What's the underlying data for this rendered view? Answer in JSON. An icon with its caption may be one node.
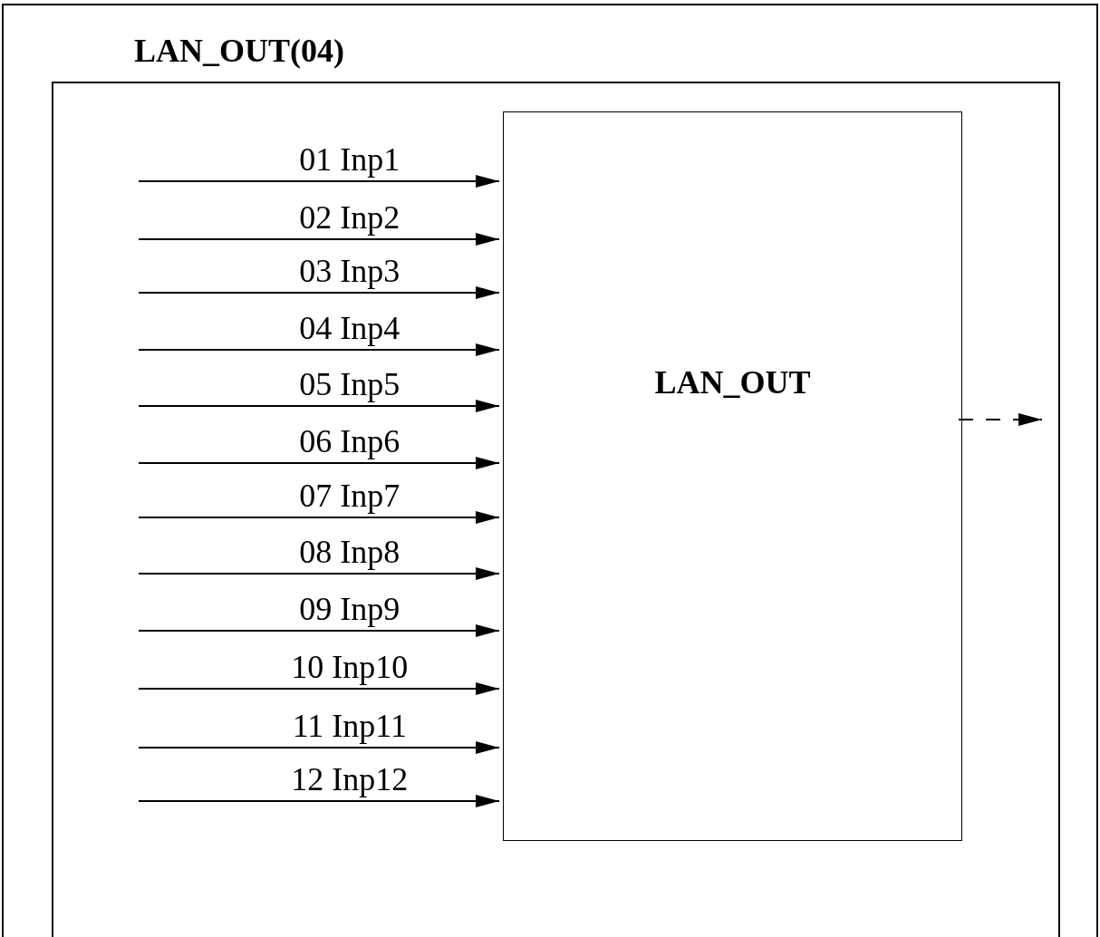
{
  "diagram": {
    "nodes": [
      {
        "text": [
          "LAN_OUT(04)"
        ]
      },
      {
        "text": [],
        "shape": "box",
        "in": 0
      },
      {
        "text": [
          "LAN_OUT"
        ],
        "in": 1
      }
    ],
    "edges": [
      {
        "from": null,
        "to": 2,
        "arrow": "to",
        "label": "01 Inp1"
      },
      {
        "from": null,
        "to": 2,
        "arrow": "to",
        "label": "02 Inp2"
      },
      {
        "from": null,
        "to": 2,
        "arrow": "to",
        "label": "03 Inp3"
      },
      {
        "from": null,
        "to": 2,
        "arrow": "to",
        "label": "04 Inp4"
      },
      {
        "from": null,
        "to": 2,
        "arrow": "to",
        "label": "05 Inp5"
      },
      {
        "from": null,
        "to": 2,
        "arrow": "to",
        "label": "06 Inp6"
      },
      {
        "from": null,
        "to": 2,
        "arrow": "to",
        "label": "07 Inp7"
      },
      {
        "from": null,
        "to": 2,
        "arrow": "to",
        "label": "08 Inp8"
      },
      {
        "from": null,
        "to": 2,
        "arrow": "to",
        "label": "09 Inp9"
      },
      {
        "from": null,
        "to": 2,
        "arrow": "to",
        "label": "10 Inp10"
      },
      {
        "from": null,
        "to": 2,
        "arrow": "to",
        "label": "11 Inp11"
      },
      {
        "from": null,
        "to": 2,
        "arrow": "to",
        "label": "12 Inp12"
      },
      {
        "from": 2,
        "to": null,
        "arrow": "to",
        "style": "dashed"
      }
    ]
  }
}
